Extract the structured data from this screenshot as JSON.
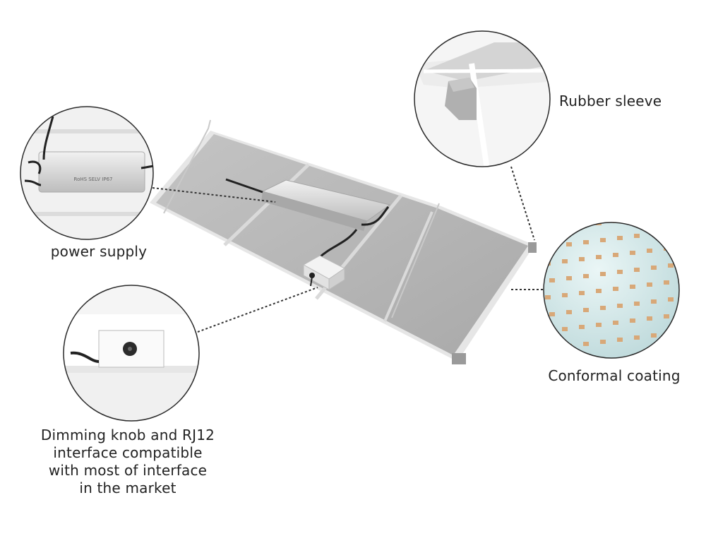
{
  "callouts": {
    "power_supply": "power supply",
    "rubber_sleeve": "Rubber sleeve",
    "conformal_coating": "Conformal coating",
    "dimming_lines": [
      "Dimming knob and RJ12",
      "interface compatible",
      "with most of interface",
      "in the market"
    ]
  },
  "driver_label": "RoHS SELV IP67",
  "colors": {
    "panel": "#b9b9b9",
    "frame": "#e2e2e2",
    "circle_border": "#2a2a2a",
    "text": "#222222",
    "led_chip": "#d8a878"
  }
}
